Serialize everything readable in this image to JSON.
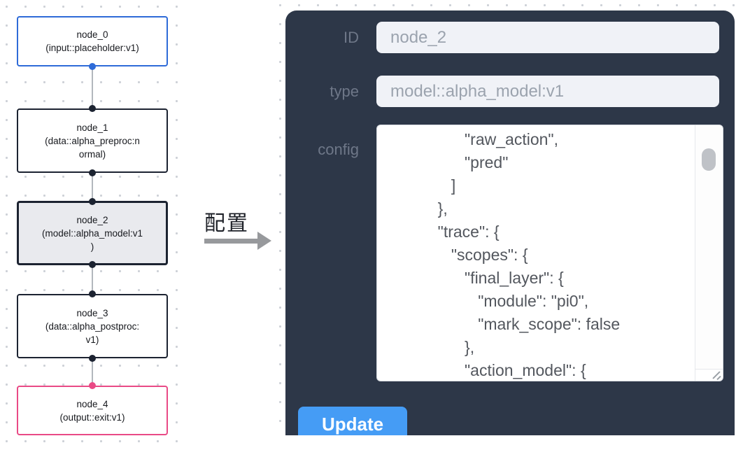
{
  "flow": {
    "nodes": [
      {
        "id": "node_0",
        "lines": [
          "node_0",
          "(input::placeholder:v1)"
        ],
        "border_color": "#2e6bd8",
        "handle_color": "#2e6bd8",
        "selected": false
      },
      {
        "id": "node_1",
        "lines": [
          "node_1",
          "(data::alpha_preproc:n",
          "ormal)"
        ],
        "border_color": "#1c2331",
        "handle_color": "#1c2331",
        "selected": false
      },
      {
        "id": "node_2",
        "lines": [
          "node_2",
          "(model::alpha_model:v1",
          ")"
        ],
        "border_color": "#1c2331",
        "handle_color": "#1c2331",
        "bg_color": "#e9eaee",
        "selected": true
      },
      {
        "id": "node_3",
        "lines": [
          "node_3",
          "(data::alpha_postproc:",
          "v1)"
        ],
        "border_color": "#1c2331",
        "handle_color": "#1c2331",
        "selected": false
      },
      {
        "id": "node_4",
        "lines": [
          "node_4",
          "(output::exit:v1)"
        ],
        "border_color": "#e94a86",
        "handle_color": "#e94a86",
        "selected": false
      }
    ],
    "edge_color": "#b3b7bd"
  },
  "annotation": {
    "label": "配置",
    "arrow_color": "#97999c"
  },
  "panel": {
    "bg_color": "#2d3748",
    "fields": [
      {
        "label": "ID",
        "value": "node_2"
      },
      {
        "label": "type",
        "value": "model::alpha_model:v1"
      }
    ],
    "config_label": "config",
    "config_value": "                  \"raw_action\",\n                  \"pred\"\n               ]\n            },\n            \"trace\": {\n               \"scopes\": {\n                  \"final_layer\": {\n                     \"module\": \"pi0\",\n                     \"mark_scope\": false\n                  },\n                  \"action_model\": {",
    "update_button": {
      "label": "Update",
      "color": "#459cf5"
    }
  }
}
